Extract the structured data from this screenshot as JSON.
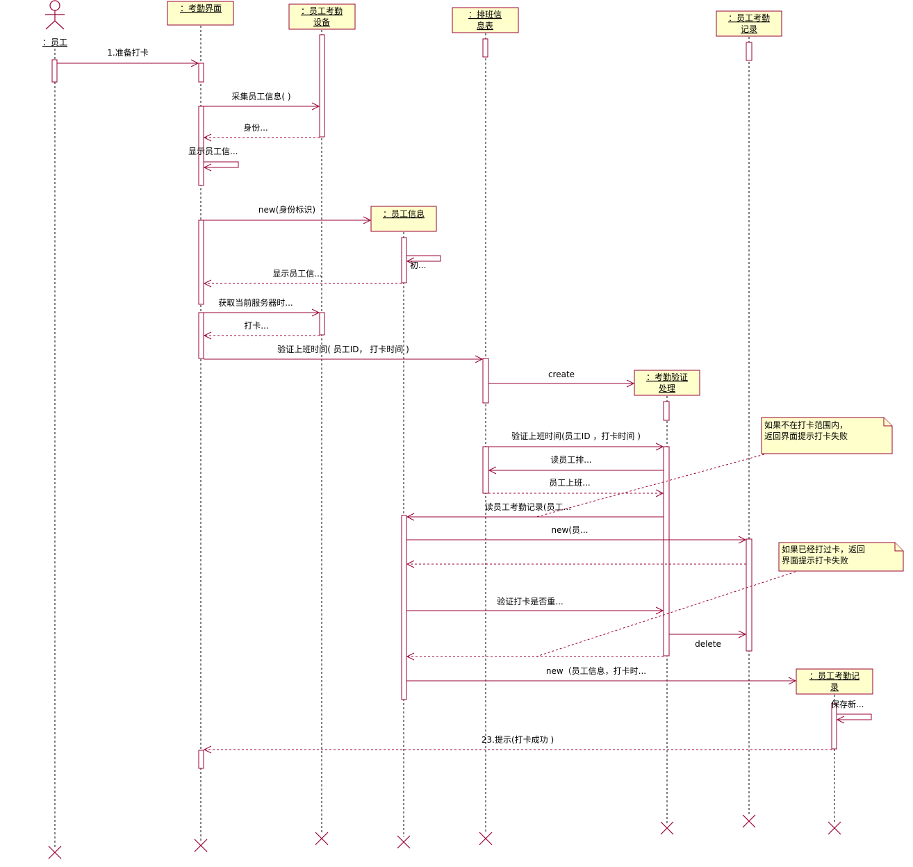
{
  "objects": [
    {
      "id": "employee",
      "label": "：员工",
      "kind": "actor"
    },
    {
      "id": "ui",
      "label": "：考勤界面"
    },
    {
      "id": "device",
      "label": "：员工考勤设备"
    },
    {
      "id": "schedule",
      "label": "：排班信息表"
    },
    {
      "id": "record",
      "label": "：员工考勤记录"
    },
    {
      "id": "info",
      "label": "：员工信息"
    },
    {
      "id": "verify",
      "label": "：考勤验证处理"
    },
    {
      "id": "newrecord",
      "label": "：员工考勤记录"
    }
  ],
  "messages": [
    {
      "label": "1.准备打卡"
    },
    {
      "label": "采集员工信息( )"
    },
    {
      "label": "身份..."
    },
    {
      "label": "显示员工信..."
    },
    {
      "label": "new(身份标识)"
    },
    {
      "label": "初..."
    },
    {
      "label": "显示员工信..."
    },
    {
      "label": "获取当前服务器时..."
    },
    {
      "label": "打卡..."
    },
    {
      "label": "验证上班时间( 员工ID， 打卡时间 )"
    },
    {
      "label": "create"
    },
    {
      "label": "验证上班时间(员工ID ，打卡时间 )"
    },
    {
      "label": "读员工排..."
    },
    {
      "label": "员工上班..."
    },
    {
      "label": "读员工考勤记录(员工..."
    },
    {
      "label": "new(员..."
    },
    {
      "label": "验证打卡是否重..."
    },
    {
      "label": "delete"
    },
    {
      "label": "new（员工信息，打卡时..."
    },
    {
      "label": "保存新..."
    },
    {
      "label": "23.提示(打卡成功 )"
    }
  ],
  "notes": [
    {
      "lines": [
        "如果不在打卡范围内，",
        "返回界面提示打卡失败"
      ]
    },
    {
      "lines": [
        "如果已经打过卡，返回",
        "界面提示打卡失败"
      ]
    }
  ]
}
